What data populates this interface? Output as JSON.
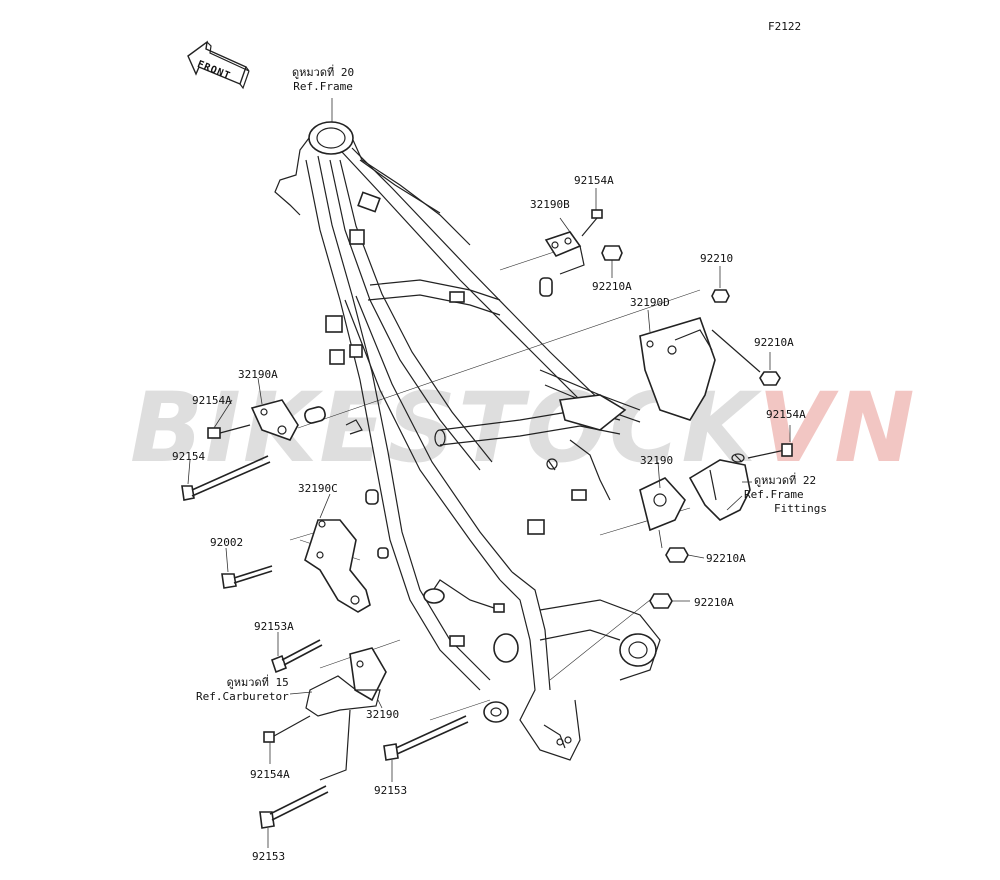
{
  "figure_code": "F2122",
  "front_badge": "FRONT",
  "watermark": {
    "part1": "BIKESTOCK",
    "part2": "VN",
    "color_gray": "#8c8c8c",
    "color_red": "#d2352a"
  },
  "references": {
    "frame": {
      "thai": "ดูหมวดที่ 20",
      "en": "Ref.Frame"
    },
    "frame_fittings": {
      "thai": "ดูหมวดที่ 22",
      "en1": "Ref.Frame",
      "en2": "Fittings"
    },
    "carburetor": {
      "thai": "ดูหมวดที่ 15",
      "en": "Ref.Carburetor"
    }
  },
  "part_labels": {
    "p92154A_top": "92154A",
    "p32190B": "32190B",
    "p92210A_upper": "92210A",
    "p92210": "92210",
    "p32190D": "32190D",
    "p92210A_right": "92210A",
    "p92154A_right": "92154A",
    "p32190_right": "32190",
    "p92210A_mid": "92210A",
    "p92210A_low": "92210A",
    "p32190A": "32190A",
    "p92154A_left": "92154A",
    "p92154": "92154",
    "p32190C": "32190C",
    "p92002": "92002",
    "p92153A": "92153A",
    "p32190_lower": "32190",
    "p92154A_bottom": "92154A",
    "p92153_mid": "92153",
    "p92153_bottom": "92153"
  }
}
